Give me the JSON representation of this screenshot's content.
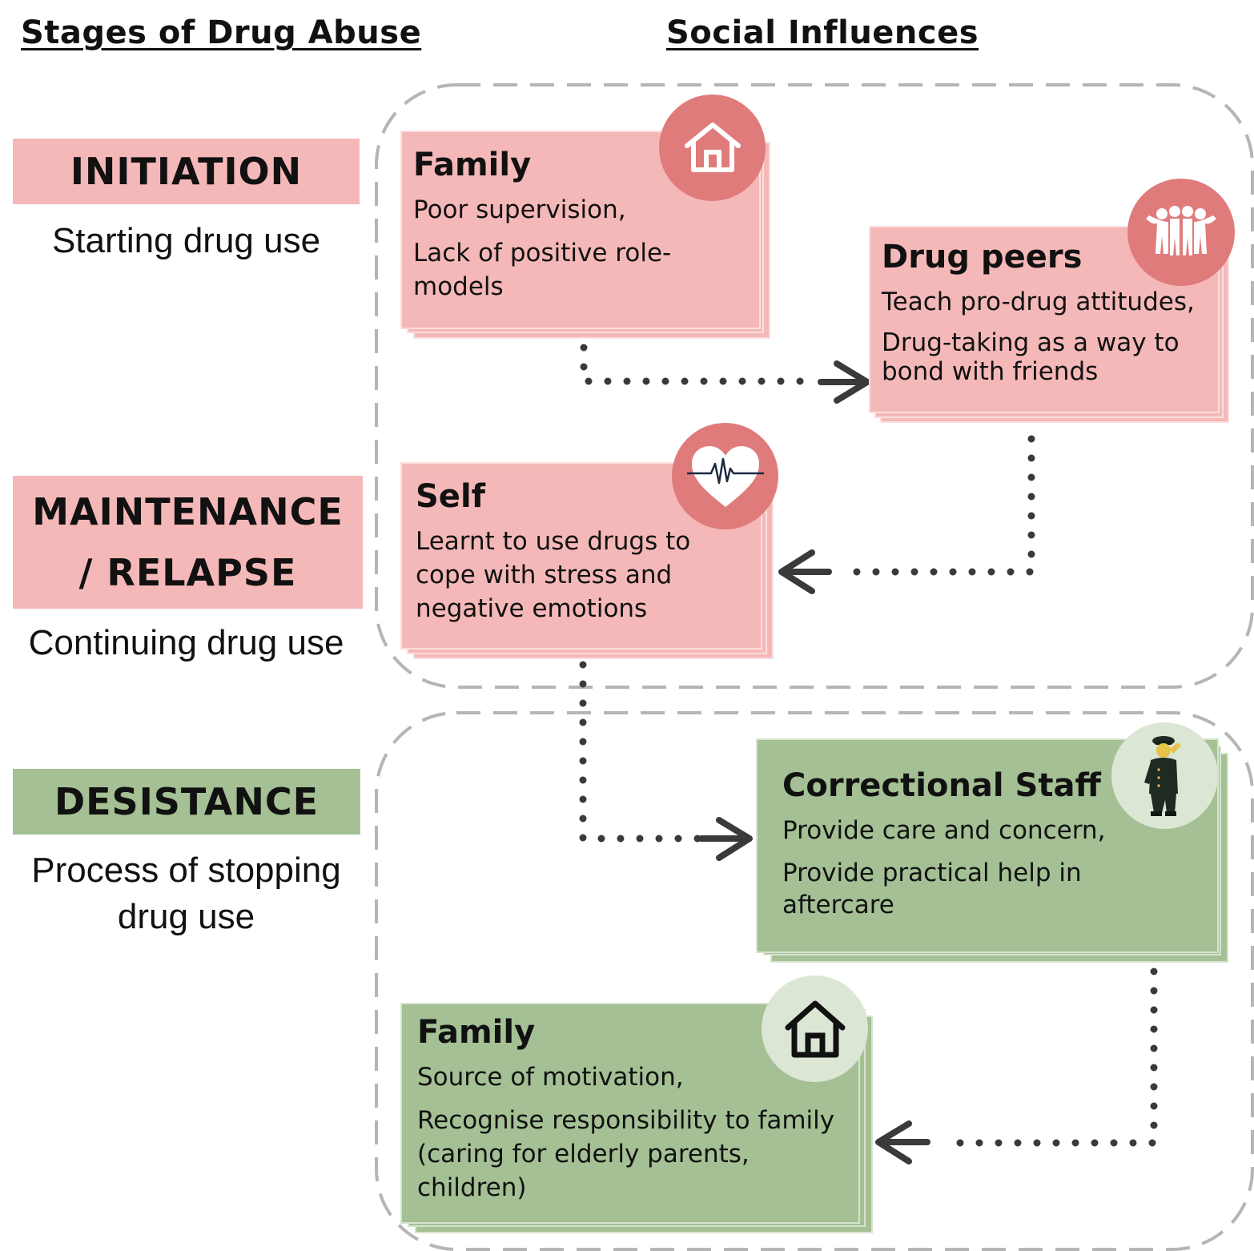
{
  "headings": {
    "stages": "Stages of Drug Abuse",
    "influences": "Social Influences"
  },
  "stages": [
    {
      "label": "INITIATION",
      "description": "Starting drug use"
    },
    {
      "label_line1": "MAINTENANCE",
      "label_line2": "/ RELAPSE",
      "description": "Continuing drug use"
    },
    {
      "label": "DESISTANCE",
      "description_line1": "Process of stopping",
      "description_line2": "drug use"
    }
  ],
  "cards": {
    "family_initiation": {
      "title": "Family",
      "line1": "Poor supervision,",
      "line2": "Lack of positive role-models",
      "icon": "house-icon"
    },
    "drug_peers": {
      "title": "Drug peers",
      "line1": "Teach pro-drug attitudes,",
      "line2": "Drug-taking as a way to bond with friends",
      "icon": "group-people-icon"
    },
    "self": {
      "title": "Self",
      "line1": "Learnt to use drugs to cope with stress and negative emotions",
      "icon": "heartbeat-icon"
    },
    "correctional_staff": {
      "title": "Correctional Staff",
      "line1": "Provide care and concern,",
      "line2": "Provide practical help in aftercare",
      "icon": "saluting-officer-icon"
    },
    "family_desistance": {
      "title": "Family",
      "line1": "Source of motivation,",
      "line2": "Recognise responsibility to family (caring for elderly parents, children)",
      "icon": "house-icon"
    }
  },
  "colors": {
    "pink": "#f5b8b8",
    "pink_icon": "#e07b7b",
    "green": "#a4c094",
    "green_icon": "#dce6d5",
    "arrow": "#3a3a3a",
    "dashed_border": "#b5b5b5"
  }
}
